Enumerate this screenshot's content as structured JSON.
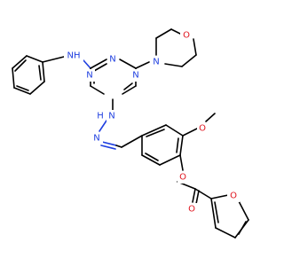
{
  "atom_labels": {
    "nh_amine": "NH",
    "triazine_n_top": "N",
    "triazine_n_left": "N",
    "triazine_n_right": "N",
    "morpholine_n": "N",
    "morpholine_o": "O",
    "hydrazone_nh": "N",
    "hydrazone_h": "H",
    "hydrazone_n2": "N",
    "methoxy_o": "O",
    "ester_o": "O",
    "carbonyl_o": "O",
    "furan_o": "O"
  },
  "colors": {
    "carbon": "#000000",
    "nitrogen": "#1f3fe0",
    "oxygen": "#e0141e",
    "background": "#ffffff"
  }
}
